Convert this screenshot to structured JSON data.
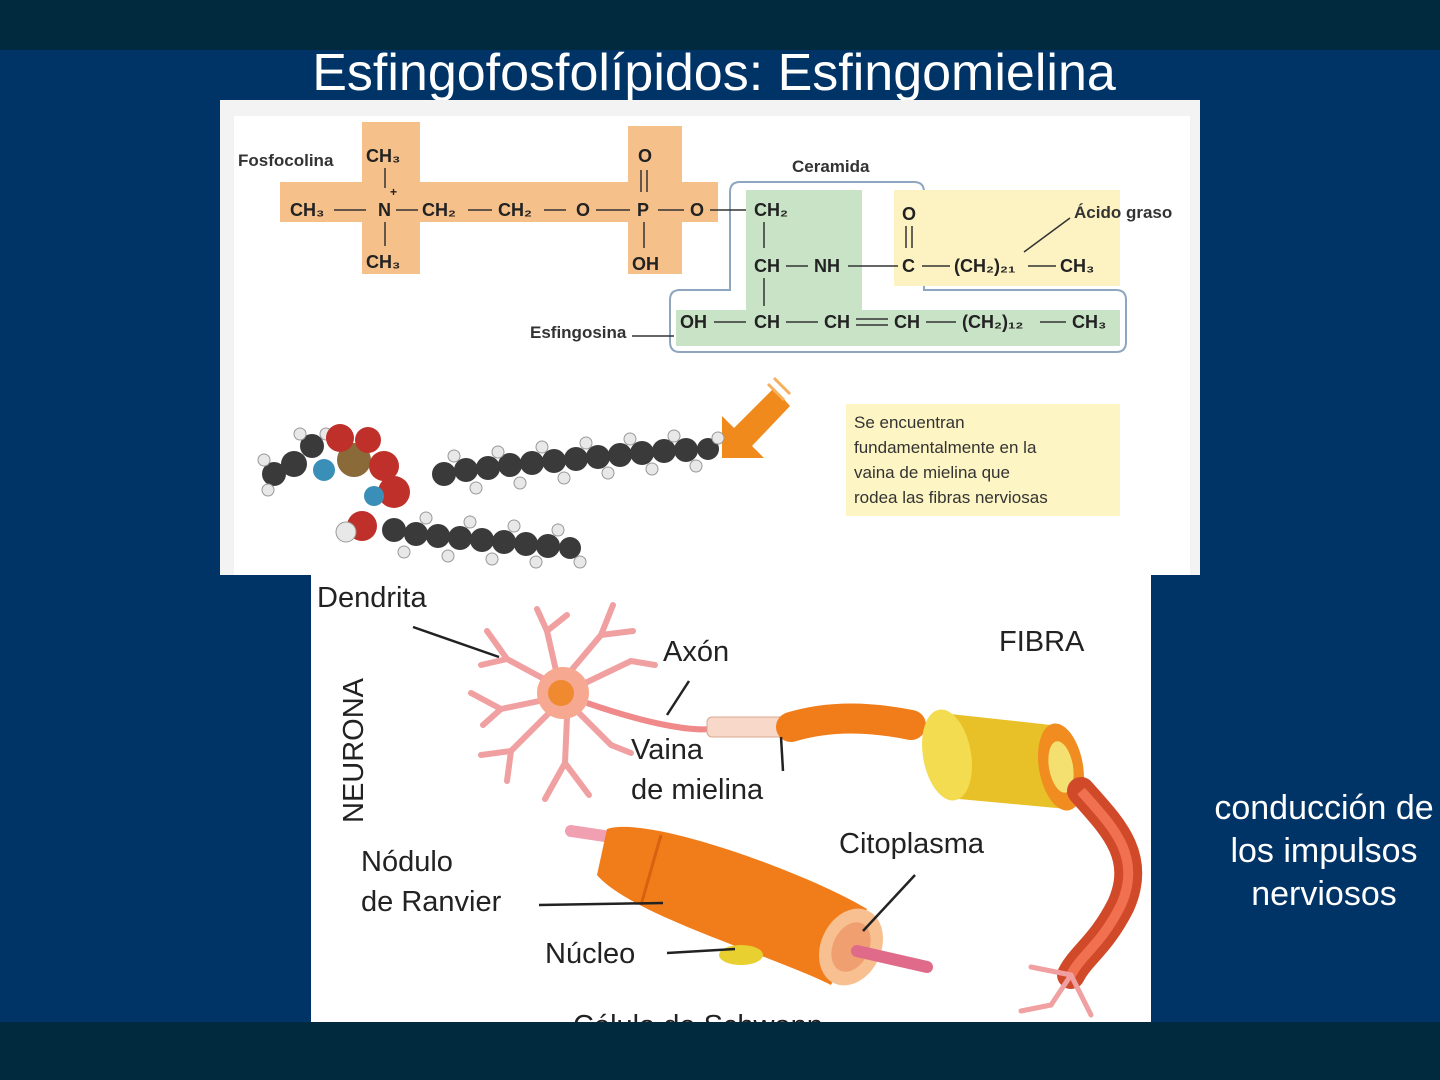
{
  "slide": {
    "title": "Esfingofosfolípidos: Esfingomielina",
    "note_lines": [
      "conducción de",
      "los impulsos",
      "nerviosos"
    ]
  },
  "chem_figure": {
    "labels": {
      "fosfocolina": "Fosfocolina",
      "ceramida": "Ceramida",
      "acido_graso": "Ácido graso",
      "esfingosina": "Esfingosina"
    },
    "atoms": {
      "ch3_top": "CH₃",
      "ch3_left": "CH₃",
      "n_plus": "+",
      "n": "N",
      "ch3_bottom": "CH₃",
      "ch2_a": "CH₂",
      "ch2_b": "CH₂",
      "o_a": "O",
      "p": "P",
      "o_b": "O",
      "o_top": "O",
      "oh_p": "OH",
      "ch2_c": "CH₂",
      "ch_mid": "CH",
      "nh": "NH",
      "c": "C",
      "o_carbonyl": "O",
      "ch2_21": "(CH₂)₂₁",
      "ch3_fa": "CH₃",
      "oh": "OH",
      "ch_1": "CH",
      "ch_2": "CH",
      "ch_3": "CH",
      "ch2_12": "(CH₂)₁₂",
      "ch3_end": "CH₃"
    },
    "callout_lines": [
      "Se encuentran",
      "fundamentalmente en la",
      "vaina de mielina que",
      "rodea las fibras nerviosas"
    ]
  },
  "neuron_figure": {
    "labels": {
      "dendrita": "Dendrita",
      "neurona": "NEURONA",
      "axon": "Axón",
      "fibra": "FIBRA",
      "vaina_1": "Vaina",
      "vaina_2": "de mielina",
      "nodulo_1": "Nódulo",
      "nodulo_2": "de  Ranvier",
      "citoplasma": "Citoplasma",
      "nucleo": "Núcleo",
      "schwann": "Célula de Schwann"
    }
  },
  "colors": {
    "background": "#003366",
    "bands": "#022a3f",
    "choline_box": "#f5c08a",
    "ceramide_box": "#c8e3c6",
    "fatty_acid_box": "#fdf3c2",
    "callout": "#fdf5c3",
    "myelin_orange": "#f07d1a",
    "axon_pink": "#f2a0a0",
    "schwann_yellow": "#f0d030"
  }
}
